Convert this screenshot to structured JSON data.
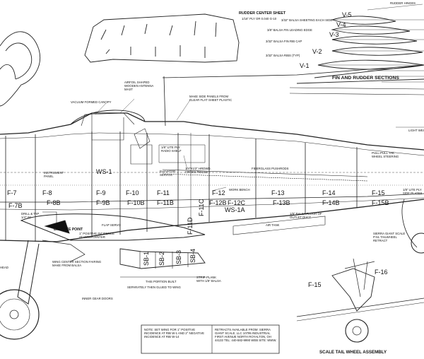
{
  "labels": {
    "rudder_hinges": "Rudder Hinges",
    "rudder_center_sheet": "Rudder Center Sheet",
    "rudder_center_sheet_sub": "1/16\" Ply or 0.040 G-10",
    "v5": "V-5",
    "v4": "V-4",
    "v3": "V-3",
    "v2": "V-2",
    "v1": "V-1",
    "sheeting": "3/32\" Balsa Sheeting Each Side",
    "leading_edge": "3/8\" Balsa Fin Leading Edge",
    "rib_cap": "3/32\" Balsa Fin Rib Cap",
    "fin_ribs": "3/32\" Balsa Ribs (Typ)",
    "fin_rudder_sections": "Fin and Rudder Sections",
    "antenna": "Airfoil Shaped Wooden Antenna Mast",
    "canopy": "Vacuum Formed Canopy",
    "side_panels": "Make Side Panels from Clear Flat Sheet Plastic",
    "light_weight": "Light Wei",
    "radio_shelf": "1/8\" Lite Ply Radio Shelf",
    "instrument_panel": "Instrument Panel",
    "ws1": "WS-1",
    "elevator_servos": "Elevator Servos",
    "hrdwd": "1/4\"x1/2\" Hrdwd. Cross Pieces",
    "pushrods": "Fiberglass Pushrods",
    "pull_pull": "Pull-Pull Tail Wheel Steering",
    "lite_ply_side": "1/8\" Lite Ply Side Plates",
    "work_bench": "Work Bench",
    "f7": "F-7",
    "f8": "F-8",
    "f9": "F-9",
    "f10": "F-10",
    "f11": "F-11",
    "f12": "F-12",
    "f13": "F-13",
    "f14": "F-14",
    "f15": "F-15",
    "f7b": "F-7b",
    "f8b": "F-8b",
    "f9b": "F-9b",
    "f10b": "F-10b",
    "f11b": "F-11b",
    "f12b": "F-12b",
    "f12c": "F-12c",
    "f13b": "F-13b",
    "f14b": "F-14b",
    "f15b": "F-15b",
    "f11c": "F-11c",
    "f11d": "F-11d",
    "ws1a": "WS-1a",
    "outlet_duct": "1/8\" Balsa Floor of Outlet Duct",
    "air_tank": "Air Tank",
    "drill_tap": "Drill & Tap 1/4\"-20",
    "balance_point": "Balance Point",
    "positive_incidence": "1° Positive Incidence at Wing Center",
    "flap_servo": "Flap Servo",
    "head": "Head",
    "fairing": "Wing Center Section Fairing Make from Balsa",
    "inner_gear_doors": "Inner Gear Doors",
    "sb1": "SB-1",
    "sb2": "SB-2",
    "sb3": "SB-3",
    "sb4": "SB-4",
    "this_portion": "This Portion Built",
    "separately": "Separately then Glued to Wing",
    "strip_plank": "Strip-Plank with 1/8\" Balsa",
    "sierra_scale": "Sierra Giant Scale P-51 Tailwheel Retract",
    "f16": "F-16",
    "f15_tail": "F-15",
    "note": "Note: Set wing for 1° positive incidence at rib W-1 and 2° negative incidence at rib W-14",
    "retracts": "Retracts available from: Sierra Giant Scale, LLC 10795 Industrial First Avenue North Royalton, OH 44133 Tel: 440-582-9990 Web site: www.",
    "scale_tail_wheel": "Scale Tail Wheel Assembly"
  }
}
